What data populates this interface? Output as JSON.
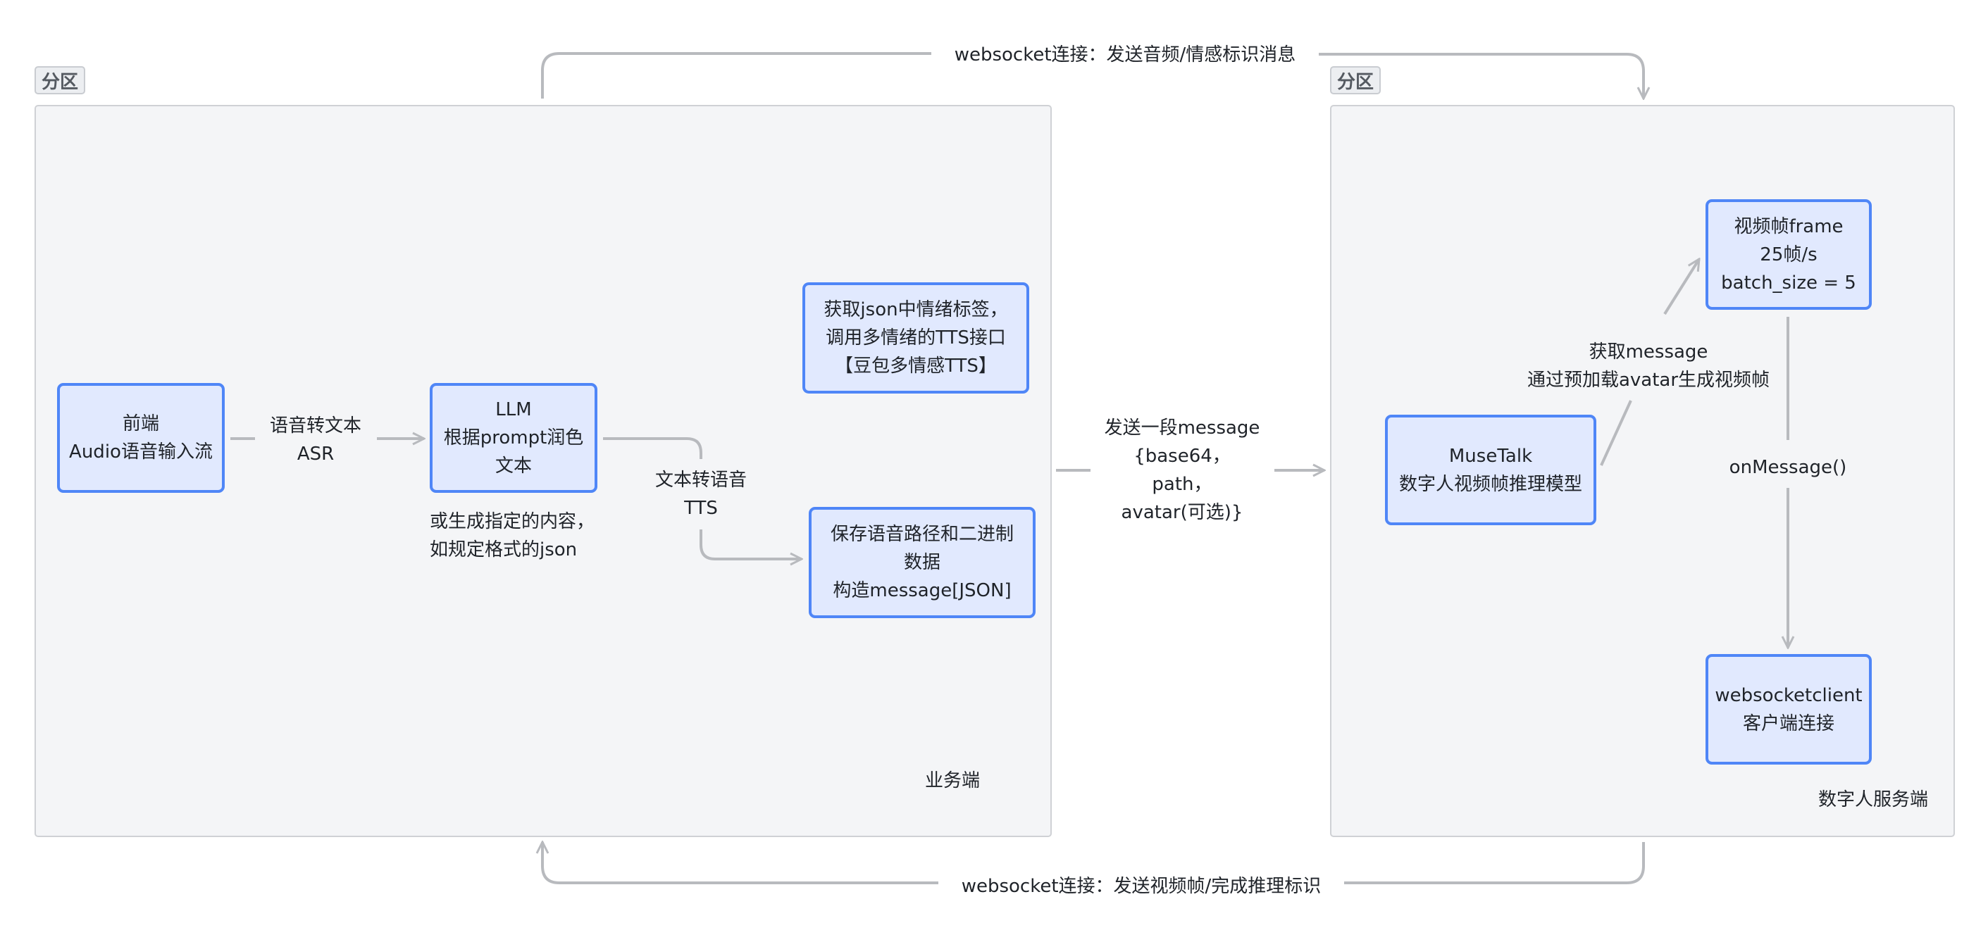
{
  "partitions": [
    {
      "tag": "分区",
      "title": "业务端"
    },
    {
      "tag": "分区",
      "title": "数字人服务端"
    }
  ],
  "nodes": {
    "frontend": [
      "前端",
      "Audio语音输入流"
    ],
    "llm": [
      "LLM",
      "根据prompt润色",
      "文本"
    ],
    "emotion": [
      "获取json中情绪标签，",
      "调用多情绪的TTS接口",
      "【豆包多情感TTS】"
    ],
    "save": [
      "保存语音路径和二进制",
      "数据",
      "构造message[JSON]"
    ],
    "musetalk": [
      "MuseTalk",
      "数字人视频帧推理模型"
    ],
    "frame": [
      "视频帧frame",
      "25帧/s",
      "batch_size = 5"
    ],
    "client": [
      "websocketclient",
      "客户端连接"
    ]
  },
  "edges": {
    "asr": [
      "语音转文本",
      "ASR"
    ],
    "llm_note": [
      "或生成指定的内容，",
      "如规定格式的json"
    ],
    "tts": [
      "文本转语音",
      "TTS"
    ],
    "send": [
      "发送一段message",
      "{base64，",
      "path，",
      "avatar(可选)}"
    ],
    "fetch": [
      "获取message",
      "通过预加载avatar生成视频帧"
    ],
    "on_message": "onMessage()",
    "top": "websocket连接：发送音频/情感标识消息",
    "bottom": "websocket连接：发送视频帧/完成推理标识"
  },
  "colors": {
    "node_fill": "#e1e9fe",
    "node_border": "#4f86f7",
    "panel": "#f4f5f7",
    "line": "#b8babe"
  }
}
